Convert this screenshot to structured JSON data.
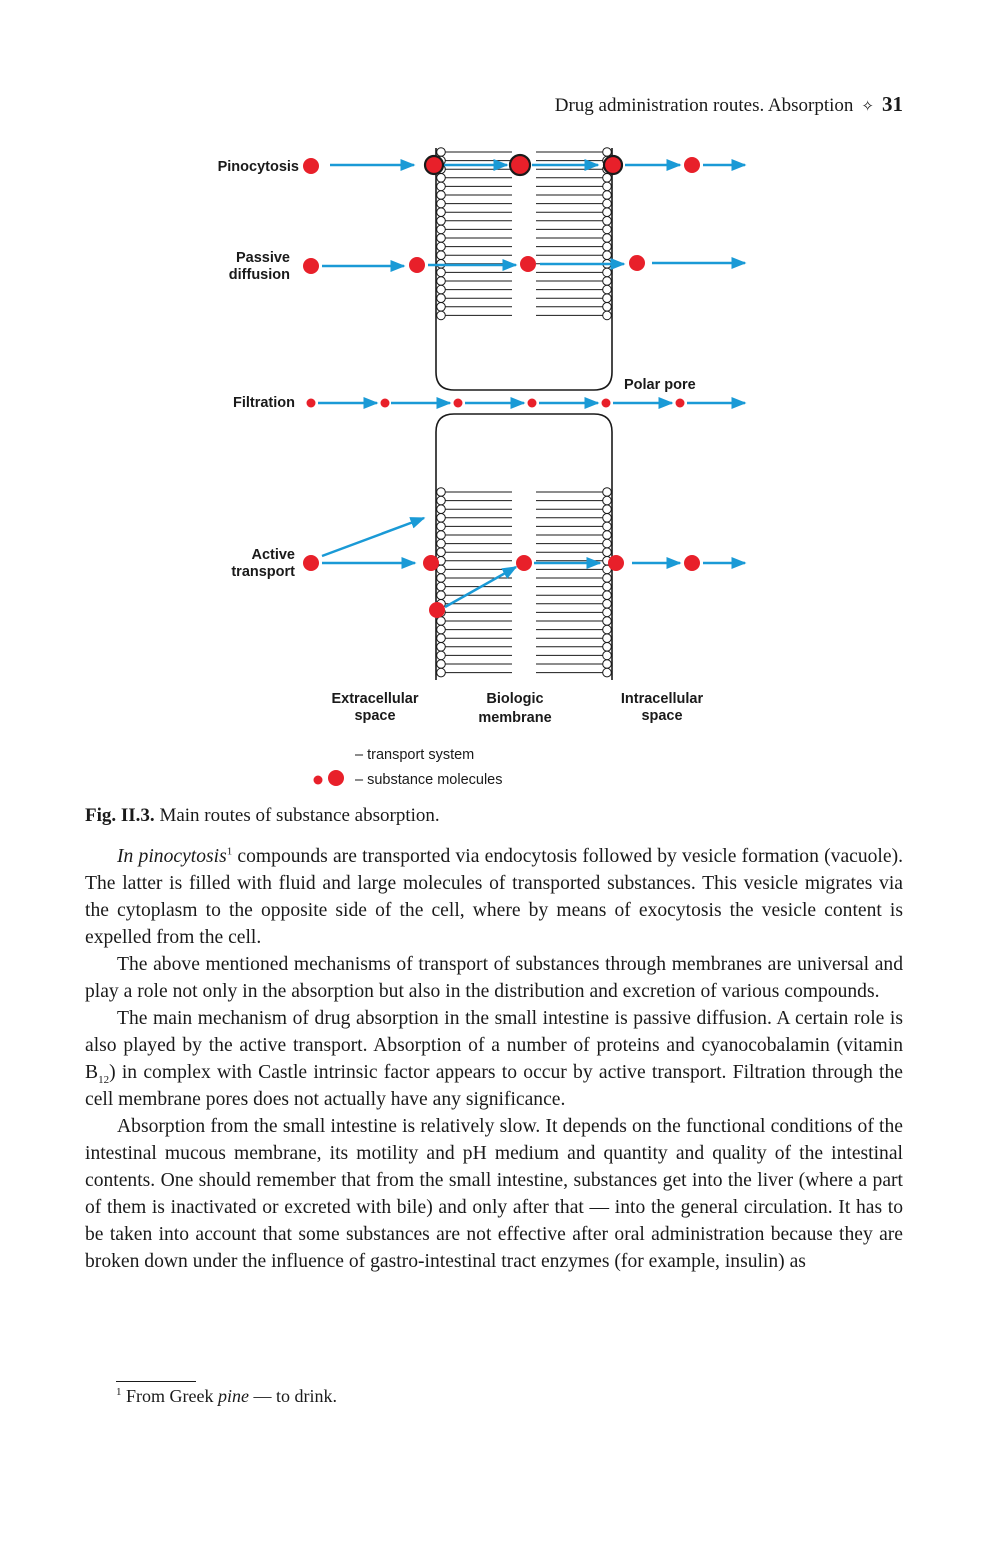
{
  "header": {
    "title": "Drug administration routes. Absorption",
    "page_number": "31"
  },
  "figure": {
    "row_labels": {
      "pinocytosis": "Pinocytosis",
      "passive_1": "Passive",
      "passive_2": "diffusion",
      "filtration": "Filtration",
      "active_1": "Active",
      "active_2": "transport"
    },
    "polar_pore": "Polar pore",
    "bottom_labels": {
      "extracellular_1": "Extracellular",
      "extracellular_2": "space",
      "membrane_1": "Biologic",
      "membrane_2": "membrane",
      "intracellular_1": "Intracellular",
      "intracellular_2": "space"
    },
    "legend": {
      "transport_system": "– transport system",
      "substance_molecules": "– substance molecules"
    },
    "colors": {
      "arrow": "#1a9ad6",
      "molecule": "#e8202a",
      "transport_system": "#1a9ad6"
    }
  },
  "caption": {
    "label": "Fig. II.3.",
    "text": "Main routes of substance absorption."
  },
  "paragraphs": {
    "p1": {
      "italic_lead": "In pinocytosis",
      "sup": "1",
      "text": " compounds are transported via endocytosis followed by vesicle formation (vacuole). The latter is filled with fluid and large molecules of transported substances. This vesicle migrates via the cytoplasm to the opposite side of the cell, where by means of exocytosis the vesicle content is expelled from the cell."
    },
    "p2": "The above mentioned mechanisms of transport of substances through membranes are universal and play a role not only in the absorption but also in the distribution and excretion of various compounds.",
    "p3": {
      "text_a": "The main mechanism of drug absorption in the small intestine is passive diffusion. A certain role is also played by the active transport. Absorption of a number of proteins and cyanocobalamin (vitamin B",
      "sub": "12",
      "text_b": ") in complex with Castle intrinsic factor appears to occur by active transport. Filtration through the cell membrane pores does not actually have any significance."
    },
    "p4": "Absorption from the small intestine is relatively slow. It depends on the functional conditions of the intestinal mucous membrane, its motility and pH medium and quantity and quality of the intestinal contents. One should remember that from the small intestine, substances get into the liver (where a part of them is inactivated or excreted with bile) and only after that — into the general circulation. It has to be taken into account that some substances are not effective after oral administration because they are broken down under the influence of gastro-intestinal tract enzymes (for example, insulin) as"
  },
  "footnote": {
    "number": "1",
    "text_a": "From Greek ",
    "italic": "pine",
    "text_b": " — to drink."
  }
}
